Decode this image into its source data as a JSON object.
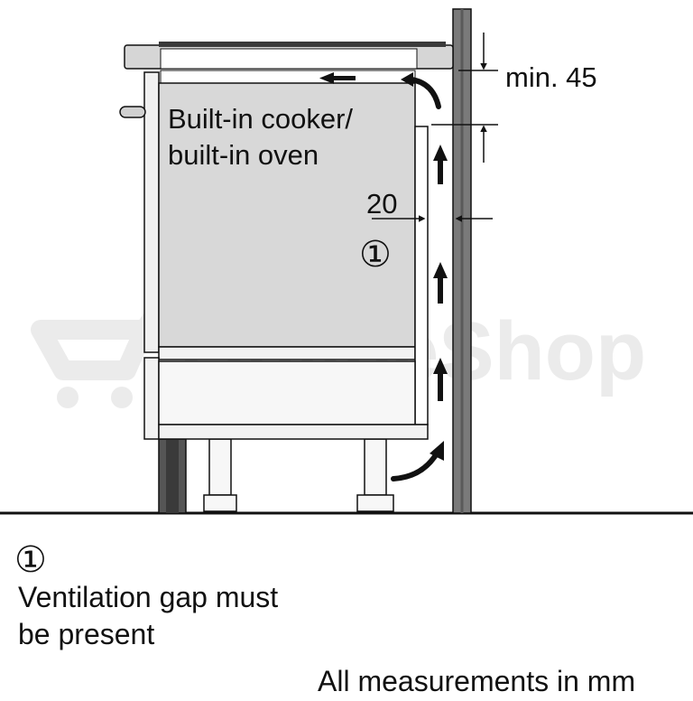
{
  "diagram": {
    "labels": {
      "appliance": [
        "Built-in cooker/",
        "built-in oven"
      ],
      "top_gap": "min. 45",
      "side_gap": "20",
      "callout_marker": "①"
    },
    "watermark": "OnlineShop",
    "legend": {
      "marker": "①",
      "lines": [
        "Ventilation gap must",
        "be present"
      ]
    },
    "footer": "All measurements in mm",
    "colors": {
      "line": "#111111",
      "panel_fill": "#d8d8d8",
      "cabinet_fill": "#f2f2f2",
      "wall_fill": "#7a7a7a",
      "wall_stripe": "#4a4a4a",
      "worktop_fill": "#d6d6d6",
      "watermark": "#ebebeb"
    },
    "icons": {
      "airflow_arrows": "arrow-up-icon",
      "curved_arrows": "curved-arrow-icon",
      "dimension_arrows": "dimension-arrow-icon"
    }
  }
}
